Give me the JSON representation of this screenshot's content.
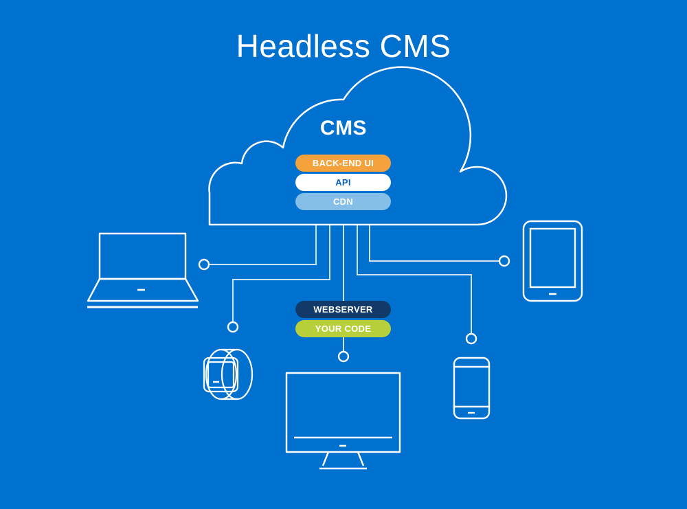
{
  "page": {
    "title": "Headless CMS",
    "background_color": "#0071ce",
    "line_color": "#cfe3f5",
    "outline_color": "#ffffff"
  },
  "cloud": {
    "label": "CMS",
    "label_color": "#ffffff"
  },
  "cms_layers": [
    {
      "id": "back-end-ui",
      "label": "BACK-END UI",
      "fill": "#f5a23c",
      "text_color": "#ffffff"
    },
    {
      "id": "api",
      "label": "API",
      "fill": "#ffffff",
      "text_color": "#0b63bf"
    },
    {
      "id": "cdn",
      "label": "CDN",
      "fill": "#85bfe8",
      "text_color": "#ffffff"
    }
  ],
  "server_stack": [
    {
      "id": "webserver",
      "label": "WEBSERVER",
      "fill": "#123a69",
      "text_color": "#ffffff"
    },
    {
      "id": "your-code",
      "label": "YOUR CODE",
      "fill": "#b8cf3c",
      "text_color": "#ffffff"
    }
  ],
  "devices": [
    {
      "id": "laptop",
      "name": "laptop"
    },
    {
      "id": "tablet",
      "name": "tablet"
    },
    {
      "id": "smartwatch",
      "name": "smartwatch"
    },
    {
      "id": "smartphone",
      "name": "smartphone"
    },
    {
      "id": "desktop-monitor",
      "name": "desktop monitor"
    }
  ],
  "connectors": [
    {
      "from": "cloud",
      "to": "laptop"
    },
    {
      "from": "cloud",
      "to": "smartwatch"
    },
    {
      "from": "cloud",
      "to": "webserver"
    },
    {
      "from": "cloud",
      "to": "smartphone"
    },
    {
      "from": "cloud",
      "to": "tablet"
    },
    {
      "from": "your-code",
      "to": "desktop-monitor"
    }
  ]
}
